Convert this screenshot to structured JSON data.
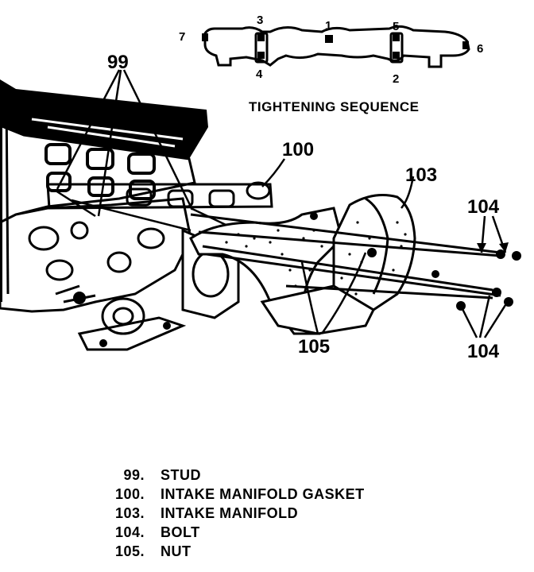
{
  "tightening_sequence": {
    "title": "TIGHTENING SEQUENCE",
    "numbers": [
      "7",
      "3",
      "4",
      "1",
      "5",
      "2",
      "6"
    ]
  },
  "callouts": {
    "stud": "99",
    "gasket": "100",
    "manifold": "103",
    "bolt_upper": "104",
    "nut": "105",
    "bolt_lower": "104"
  },
  "legend": [
    {
      "number": "99.",
      "label": "STUD"
    },
    {
      "number": "100.",
      "label": "INTAKE MANIFOLD GASKET"
    },
    {
      "number": "103.",
      "label": "INTAKE MANIFOLD"
    },
    {
      "number": "104.",
      "label": "BOLT"
    },
    {
      "number": "105.",
      "label": "NUT"
    }
  ],
  "colors": {
    "ink": "#000000",
    "background": "#ffffff"
  }
}
